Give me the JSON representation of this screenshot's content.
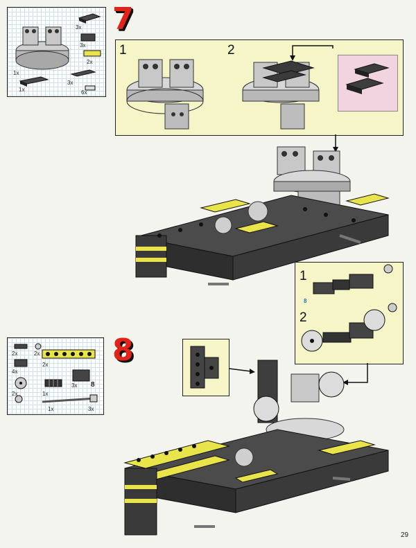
{
  "page_number": "29",
  "step7": {
    "number": "7",
    "parts_list": [
      {
        "qty": "3x",
        "icon": "plate-2x3-icon"
      },
      {
        "qty": "3x",
        "icon": "brick-1x2-icon"
      },
      {
        "qty": "2x",
        "icon": "yellow-plate-1x2-icon"
      },
      {
        "qty": "1x",
        "icon": "turntable-icon"
      },
      {
        "qty": "1x",
        "icon": "plate-2x4-icon"
      },
      {
        "qty": "3x",
        "icon": "plate-1x4-icon"
      },
      {
        "qty": "6x",
        "icon": "connector-peg-icon"
      }
    ],
    "substeps": [
      "1",
      "2"
    ]
  },
  "step8": {
    "number": "8",
    "parts_list": [
      {
        "qty": "2x",
        "icon": "plate-1x2-icon"
      },
      {
        "qty": "2x",
        "icon": "bush-icon"
      },
      {
        "qty": "4x",
        "icon": "technic-brick-1x2-icon"
      },
      {
        "qty": "2x",
        "icon": "yellow-technic-beam-icon"
      },
      {
        "qty": "2x",
        "icon": "pulley-wheel-icon"
      },
      {
        "qty": "1x",
        "icon": "worm-gear-icon"
      },
      {
        "qty": "3x",
        "icon": "technic-brick-2x2-icon"
      },
      {
        "qty": "1x",
        "icon": "axle-8-icon"
      },
      {
        "qty": "3x",
        "icon": "cross-block-icon"
      }
    ],
    "axle_length": "8",
    "substeps": [
      "1",
      "2"
    ],
    "substep_axle_length": "8"
  },
  "colors": {
    "accent_red": "#e32219",
    "callout_yellow": "#f5f5c8",
    "callout_pink": "#f1d4e0",
    "brick_dark": "#3c3c3c",
    "brick_light": "#c8c8c8",
    "brick_yellow": "#e8e44a"
  }
}
